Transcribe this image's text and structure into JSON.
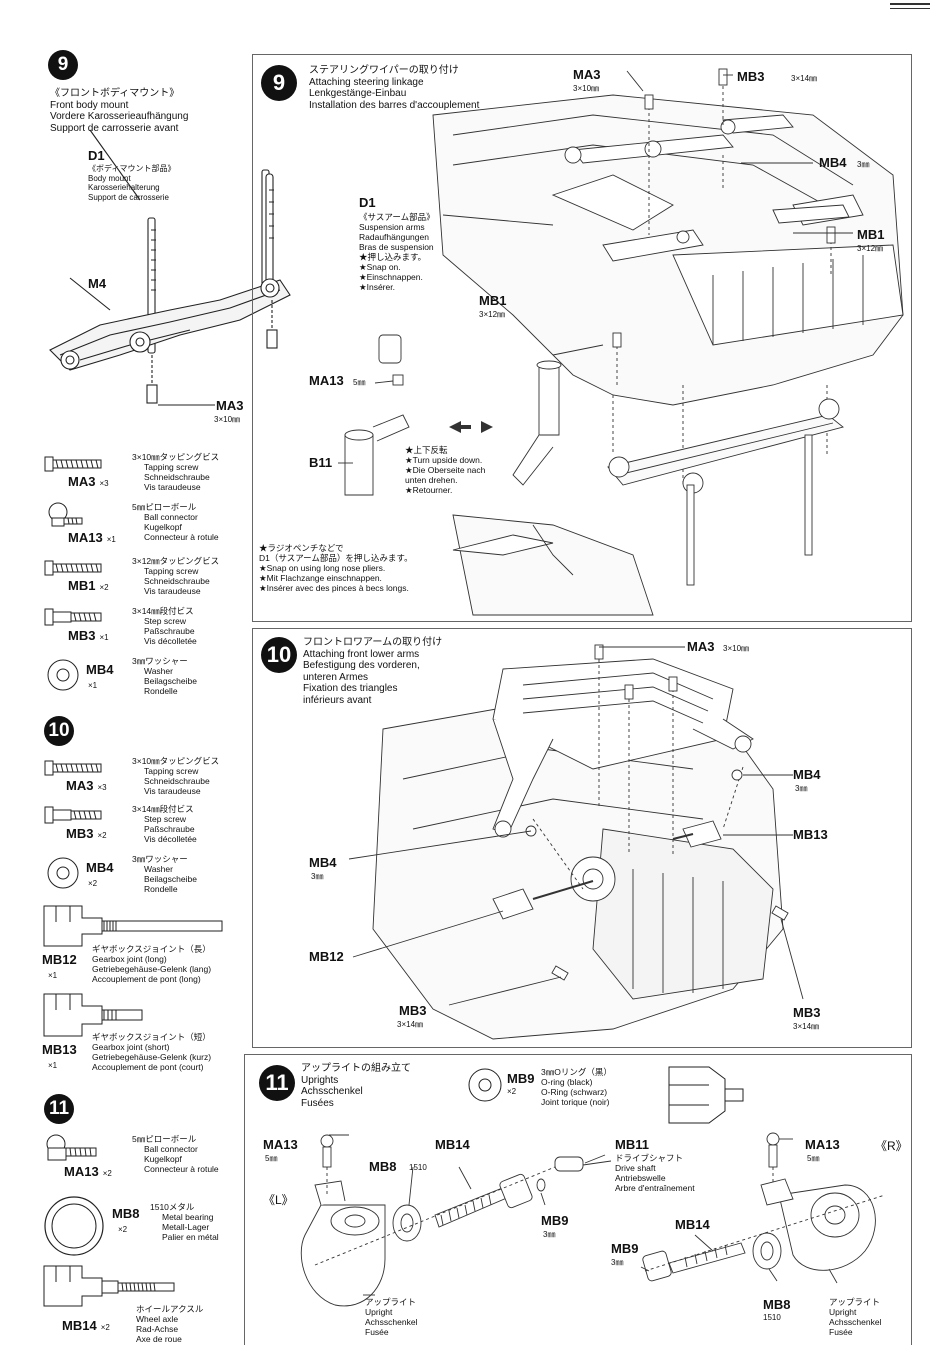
{
  "left_column": {
    "step9": {
      "number": "9",
      "title_jp": "《フロントボディマウント》",
      "title_en": "Front body mount",
      "title_de": "Vordere Karosserieaufhängung",
      "title_fr": "Support de carrosserie avant",
      "d1_code": "D1",
      "d1_jp": "《ボディマウント部品》",
      "d1_en": "Body mount",
      "d1_de": "Karosseriehalterung",
      "d1_fr": "Support de carrosserie",
      "m4": "M4",
      "ma3": "MA3",
      "ma3_size": "3×10㎜",
      "parts": [
        {
          "code": "MA3",
          "qty": "×3",
          "jp": "3×10㎜タッピングビス",
          "en": "Tapping screw",
          "de": "Schneidschraube",
          "fr": "Vis taraudeuse"
        },
        {
          "code": "MA13",
          "qty": "×1",
          "jp": "5㎜ピローボール",
          "en": "Ball connector",
          "de": "Kugelkopf",
          "fr": "Connecteur à rotule"
        },
        {
          "code": "MB1",
          "qty": "×2",
          "jp": "3×12㎜タッピングビス",
          "en": "Tapping screw",
          "de": "Schneidschraube",
          "fr": "Vis taraudeuse"
        },
        {
          "code": "MB3",
          "qty": "×1",
          "jp": "3×14㎜段付ビス",
          "en": "Step screw",
          "de": "Paßschraube",
          "fr": "Vis décolletée"
        },
        {
          "code": "MB4",
          "qty": "×1",
          "jp": "3㎜ワッシャー",
          "en": "Washer",
          "de": "Beilagscheibe",
          "fr": "Rondelle"
        }
      ]
    },
    "step10": {
      "number": "10",
      "parts": [
        {
          "code": "MA3",
          "qty": "×3",
          "jp": "3×10㎜タッピングビス",
          "en": "Tapping screw",
          "de": "Schneidschraube",
          "fr": "Vis taraudeuse"
        },
        {
          "code": "MB3",
          "qty": "×2",
          "jp": "3×14㎜段付ビス",
          "en": "Step screw",
          "de": "Paßschraube",
          "fr": "Vis décolletée"
        },
        {
          "code": "MB4",
          "qty": "×2",
          "jp": "3㎜ワッシャー",
          "en": "Washer",
          "de": "Beilagscheibe",
          "fr": "Rondelle"
        },
        {
          "code": "MB12",
          "qty": "×1",
          "jp": "ギヤボックスジョイント（長）",
          "en": "Gearbox joint (long)",
          "de": "Getriebegehäuse-Gelenk (lang)",
          "fr": "Accouplement de pont (long)"
        },
        {
          "code": "MB13",
          "qty": "×1",
          "jp": "ギヤボックスジョイント（短）",
          "en": "Gearbox joint (short)",
          "de": "Getriebegehäuse-Gelenk (kurz)",
          "fr": "Accouplement de pont (court)"
        }
      ]
    },
    "step11": {
      "number": "11",
      "parts": [
        {
          "code": "MA13",
          "qty": "×2",
          "jp": "5㎜ピローボール",
          "en": "Ball connector",
          "de": "Kugelkopf",
          "fr": "Connecteur à rotule"
        },
        {
          "code": "MB8",
          "qty": "×2",
          "jp": "1510メタル",
          "en": "Metal bearing",
          "de": "Metall-Lager",
          "fr": "Palier en métal"
        },
        {
          "code": "MB14",
          "qty": "×2",
          "jp": "ホイールアクスル",
          "en": "Wheel axle",
          "de": "Rad-Achse",
          "fr": "Axe de roue"
        }
      ]
    }
  },
  "panel9": {
    "number": "9",
    "title_jp": "ステアリングワイパーの取り付け",
    "title_en": "Attaching steering linkage",
    "title_de": "Lenkgestänge-Einbau",
    "title_fr": "Installation des barres d'accouplement",
    "d1_code": "D1",
    "d1_jp": "《サスアーム部品》",
    "d1_en": "Suspension arms",
    "d1_de": "Radaufhängungen",
    "d1_fr": "Bras de suspension",
    "snap_jp": "★押し込みます。",
    "snap_en": "★Snap on.",
    "snap_de": "★Einschnappen.",
    "snap_fr": "★Insérer.",
    "ma3": "MA3",
    "ma3_size": "3×10㎜",
    "mb3": "MB3",
    "mb3_size": "3×14㎜",
    "mb4": "MB4",
    "mb4_size": "3㎜",
    "mb1_right": "MB1",
    "mb1_right_size": "3×12㎜",
    "mb1_mid": "MB1",
    "mb1_mid_size": "3×12㎜",
    "ma13": "MA13",
    "ma13_size": "5㎜",
    "b11": "B11",
    "flip_jp": "★上下反転",
    "flip_en": "★Turn upside down.",
    "flip_de1": "★Die Oberseite nach",
    "flip_de2": "unten drehen.",
    "flip_fr": "★Retourner.",
    "pliers_jp1": "★ラジオペンチなどで",
    "pliers_jp2": "D1（サスアーム部品）を押し込みます。",
    "pliers_en": "★Snap on using long nose pliers.",
    "pliers_de": "★Mit Flachzange einschnappen.",
    "pliers_fr": "★Insérer avec des pinces à becs longs."
  },
  "panel10": {
    "number": "10",
    "title_jp": "フロントロワアームの取り付け",
    "title_en": "Attaching front lower arms",
    "title_de1": "Befestigung des vorderen,",
    "title_de2": "unteren Armes",
    "title_fr1": "Fixation des triangles",
    "title_fr2": "inférieurs avant",
    "ma3": "MA3",
    "ma3_size": "3×10㎜",
    "mb4_right": "MB4",
    "mb4_right_size": "3㎜",
    "mb13": "MB13",
    "mb4_left": "MB4",
    "mb4_left_size": "3㎜",
    "mb12": "MB12",
    "mb3_left": "MB3",
    "mb3_left_size": "3×14㎜",
    "mb3_right": "MB3",
    "mb3_right_size": "3×14㎜"
  },
  "panel11": {
    "number": "11",
    "title_jp": "アップライトの組み立て",
    "title_en": "Uprights",
    "title_de": "Achsschenkel",
    "title_fr": "Fusées",
    "mb9_code": "MB9",
    "mb9_qty": "×2",
    "mb9_jp": "3㎜Oリング（黒）",
    "mb9_en": "O-ring (black)",
    "mb9_de": "O-Ring (schwarz)",
    "mb9_fr": "Joint torique (noir)",
    "ma13_left": "MA13",
    "ma13_left_size": "5㎜",
    "mb14_left": "MB14",
    "mb11": "MB11",
    "mb11_jp": "ドライブシャフト",
    "mb11_en": "Drive shaft",
    "mb11_de": "Antriebswelle",
    "mb11_fr": "Arbre d'entraînement",
    "ma13_right": "MA13",
    "ma13_right_size": "5㎜",
    "r_mark": "《R》",
    "l_mark": "《L》",
    "mb8_left": "MB8",
    "mb8_left_size": "1510",
    "mb9_mid": "MB9",
    "mb9_mid_size": "3㎜",
    "mb14_right": "MB14",
    "mb9_right": "MB9",
    "mb9_right_size": "3㎜",
    "mb8_right": "MB8",
    "mb8_right_size": "1510",
    "upright_left_jp": "アップライト",
    "upright_left_en": "Upright",
    "upright_left_de": "Achsschenkel",
    "upright_left_fr": "Fusée",
    "upright_right_jp": "アップライト",
    "upright_right_en": "Upright",
    "upright_right_de": "Achsschenkel",
    "upright_right_fr": "Fusée"
  }
}
